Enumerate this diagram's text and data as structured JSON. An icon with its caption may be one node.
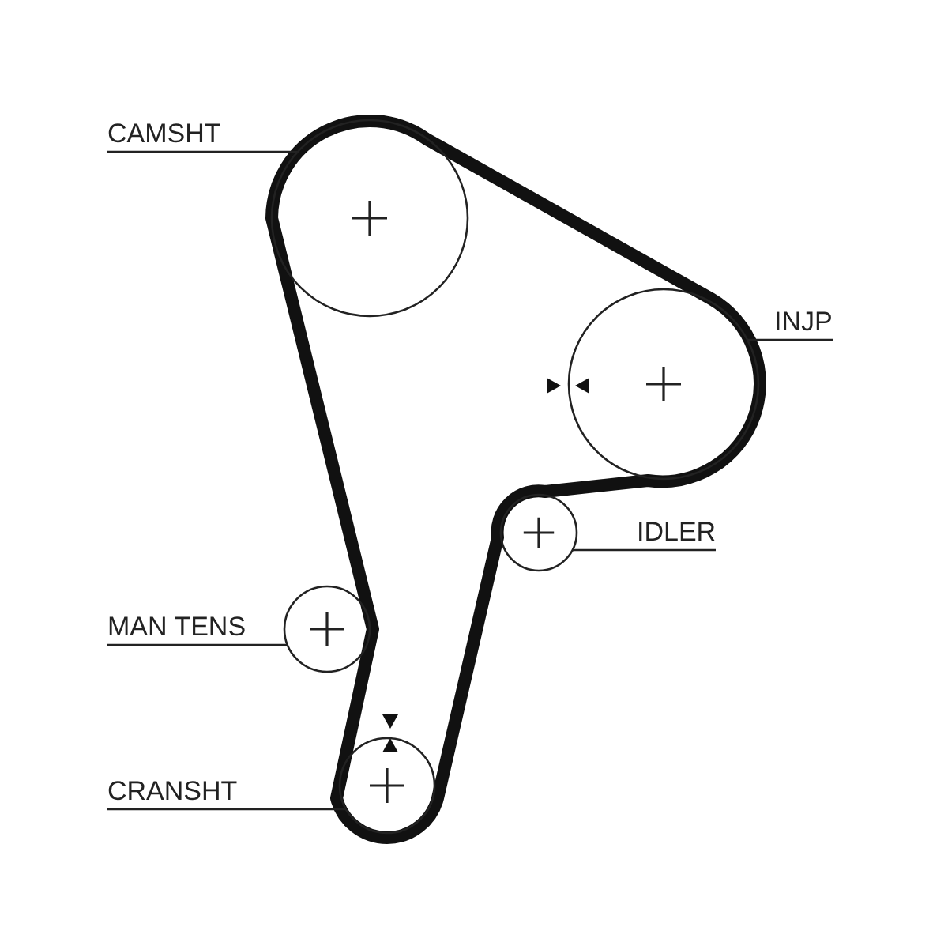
{
  "diagram": {
    "nodes": [
      {
        "text": [
          "CAMSHT"
        ]
      },
      {
        "text": [],
        "shape": "circle"
      },
      {
        "text": [
          "INJP"
        ]
      },
      {
        "text": [],
        "shape": "circle"
      },
      {
        "text": [
          "IDLER"
        ]
      },
      {
        "text": [],
        "shape": "circle"
      },
      {
        "text": [
          "MAN TENS"
        ]
      },
      {
        "text": [],
        "shape": "circle"
      },
      {
        "text": [
          "CRANSHT"
        ]
      },
      {
        "text": [],
        "shape": "circle"
      }
    ],
    "edges": [
      {
        "from": 0,
        "to": 1,
        "arrow": "none"
      },
      {
        "from": 2,
        "to": 3,
        "arrow": "none"
      },
      {
        "from": 4,
        "to": 5,
        "arrow": "none"
      },
      {
        "from": 6,
        "to": 7,
        "arrow": "none"
      },
      {
        "from": 8,
        "to": 9,
        "arrow": "none"
      }
    ]
  }
}
